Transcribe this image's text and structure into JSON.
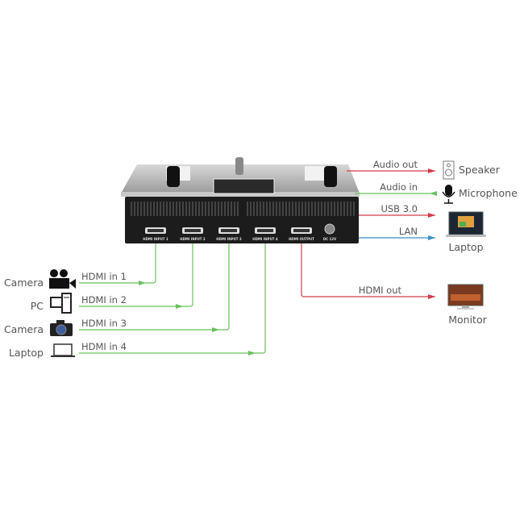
{
  "device": {
    "ports": [
      "HDMI INPUT 1",
      "HDMI INPUT 2",
      "HDMI INPUT 3",
      "HDMI INPUT 4",
      "HDMI OUTPUT",
      "DC 12V"
    ]
  },
  "inputs": [
    {
      "device": "Camera",
      "connection": "HDMI in 1",
      "icon": "video-camera-icon"
    },
    {
      "device": "PC",
      "connection": "HDMI in 2",
      "icon": "pc-icon"
    },
    {
      "device": "Camera",
      "connection": "HDMI in 3",
      "icon": "photo-camera-icon"
    },
    {
      "device": "Laptop",
      "connection": "HDMI in 4",
      "icon": "laptop-icon"
    }
  ],
  "outputs": [
    {
      "device": "Speaker",
      "connection": "Audio out",
      "icon": "speaker-icon",
      "color": "#d23c4a"
    },
    {
      "device": "Microphone",
      "connection": "Audio in",
      "icon": "microphone-icon",
      "color": "#6abf5e"
    },
    {
      "device": "",
      "connection": "USB 3.0",
      "color": "#d23c4a"
    },
    {
      "device": "Laptop",
      "connection": "LAN",
      "icon": "laptop-icon",
      "color": "#3a8fc8"
    },
    {
      "device": "Monitor",
      "connection": "HDMI out",
      "icon": "monitor-icon",
      "color": "#d23c4a"
    }
  ],
  "colors": {
    "input_line": "#6abf5e",
    "output_line": "#d23c4a",
    "lan_line": "#3a8fc8"
  }
}
